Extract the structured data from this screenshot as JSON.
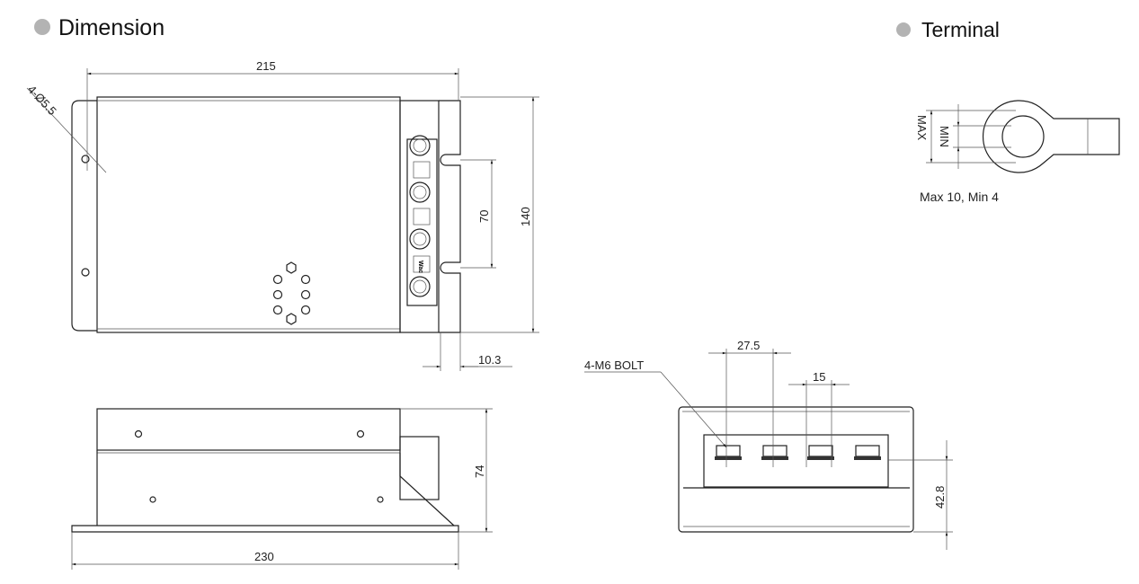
{
  "headings": {
    "dimension": "Dimension",
    "terminal": "Terminal"
  },
  "top_view": {
    "width": "215",
    "height": "140",
    "slot_pitch": "70",
    "flange_offset": "10.3",
    "holes": "4-Ø5.5",
    "logo": "Wac"
  },
  "side_view": {
    "height": "74",
    "length": "230"
  },
  "front_view": {
    "bolt_label": "4-M6 BOLT",
    "pitch_outer": "27.5",
    "pitch_inner": "15",
    "bolt_height": "42.8"
  },
  "terminal": {
    "max_label": "MAX",
    "min_label": "MIN",
    "spec": "Max 10, Min 4"
  },
  "colors": {
    "bullet": "#b3b3b3",
    "line": "#222222"
  }
}
